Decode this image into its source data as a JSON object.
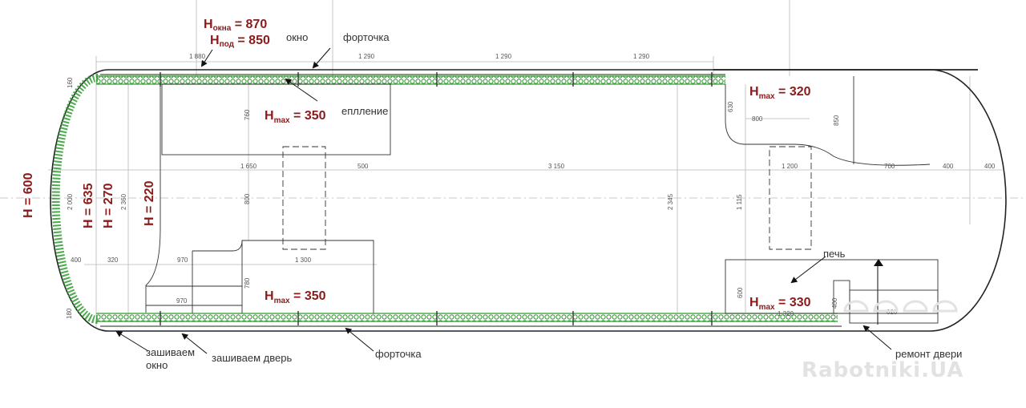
{
  "labels": {
    "h_okna": {
      "main": "H",
      "sub": "окна",
      "value": " = 870"
    },
    "h_pod": {
      "main": "H",
      "sub": "под",
      "value": " = 850"
    },
    "okno_top": "окно",
    "fortochka_top": "форточка",
    "uteplenie": "еплление",
    "hmax_320": {
      "main": "H",
      "sub": "max",
      "value": " = 320"
    },
    "hmax_350_top": {
      "main": "H",
      "sub": "max",
      "value": " = 350"
    },
    "hmax_350_bottom": {
      "main": "H",
      "sub": "max",
      "value": " = 350"
    },
    "hmax_330": {
      "main": "H",
      "sub": "max",
      "value": " = 330"
    },
    "h600": "H = 600",
    "h635": "H = 635",
    "h270": "H = 270",
    "h220": "H = 220",
    "pech": "печь",
    "zashivaem_okno_1": "зашиваем",
    "zashivaem_okno_2": "окно",
    "zashivaem_dver": "зашиваем дверь",
    "fortochka_bottom": "форточка",
    "remont_dveri": "ремонт двери"
  },
  "dimensions": {
    "d1880": "1 880",
    "d1290a": "1 290",
    "d1290b": "1 290",
    "d1290c": "1 290",
    "d760": "760",
    "d630": "630",
    "d800a": "800",
    "d850": "850",
    "d1650": "1 650",
    "d500": "500",
    "d3150": "3 150",
    "d1200": "1 200",
    "d700": "700",
    "d400a": "400",
    "d400b": "400",
    "d2000": "2 000",
    "d2360": "2 360",
    "d800b": "800",
    "d2345": "2 345",
    "d1115": "1 115",
    "d400c": "400",
    "d320": "320",
    "d970a": "970",
    "d1300": "1 300",
    "d780": "780",
    "d970b": "970",
    "d600": "600",
    "d400d": "400",
    "d820": "820",
    "d1320": "1 320",
    "d160": "160",
    "d180": "180"
  },
  "watermark": "Rabotniki.UA",
  "colors": {
    "insulation": "#2e9a2e",
    "annotation": "#8b1a1a",
    "line": "#222222"
  }
}
